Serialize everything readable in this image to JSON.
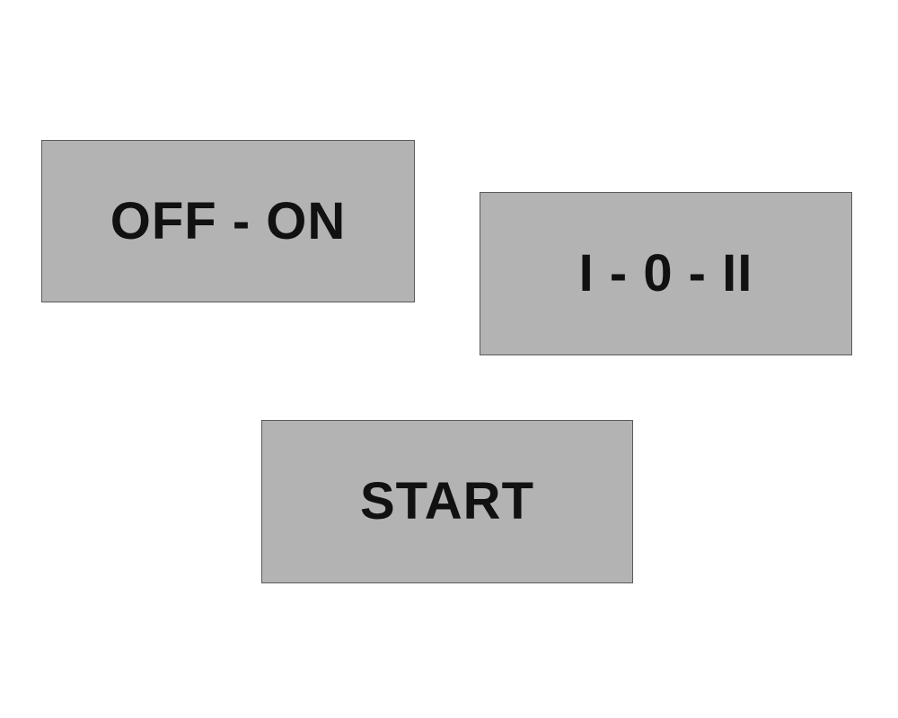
{
  "colors": {
    "background": "#ffffff",
    "plate_fill": "#b3b3b3",
    "plate_border": "#5a5a5a",
    "text": "#111111"
  },
  "labels": [
    {
      "text": "OFF - ON"
    },
    {
      "text": "I - 0 - II"
    },
    {
      "text": "START"
    }
  ]
}
